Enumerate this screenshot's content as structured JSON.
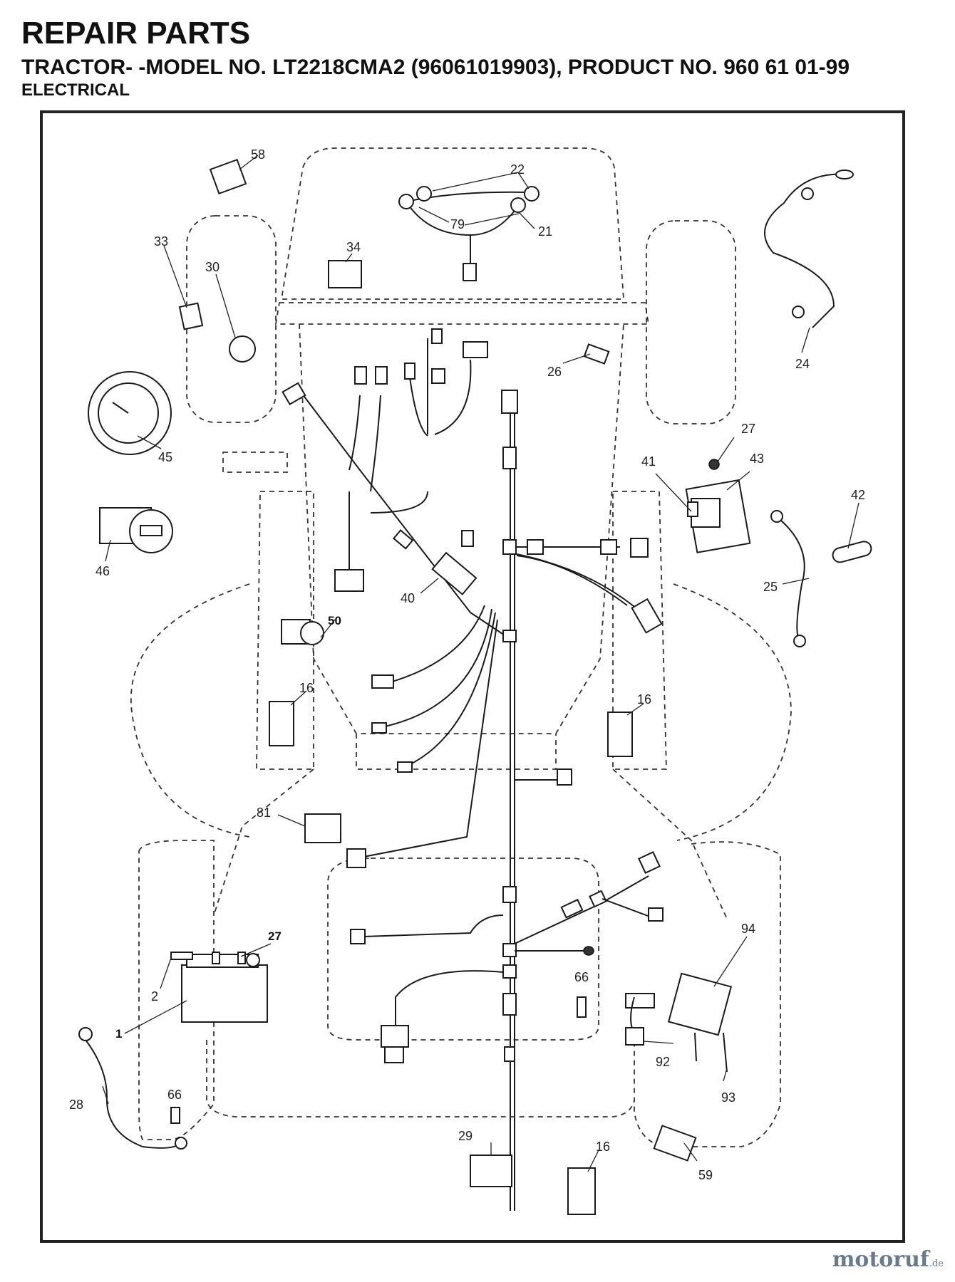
{
  "header": {
    "title": "REPAIR PARTS",
    "model_line": "TRACTOR- -MODEL NO. LT2218CMA2 (96061019903), PRODUCT NO. 960 61 01-99",
    "section": "ELECTRICAL"
  },
  "part_labels": {
    "p58": "58",
    "p22": "22",
    "p79": "79",
    "p21": "21",
    "p34": "34",
    "p33": "33",
    "p30": "30",
    "p24": "24",
    "p26": "26",
    "p45": "45",
    "p27a": "27",
    "p41": "41",
    "p43": "43",
    "p42": "42",
    "p46": "46",
    "p40": "40",
    "p25": "25",
    "p50": "50",
    "p16a": "16",
    "p16b": "16",
    "p81": "81",
    "p27b": "27",
    "p94": "94",
    "p2": "2",
    "p1": "1",
    "p66a": "66",
    "p92": "92",
    "p93": "93",
    "p28": "28",
    "p66b": "66",
    "p29": "29",
    "p16c": "16",
    "p59": "59"
  },
  "watermark": {
    "brand": "motoruf",
    "tld": ".de"
  }
}
